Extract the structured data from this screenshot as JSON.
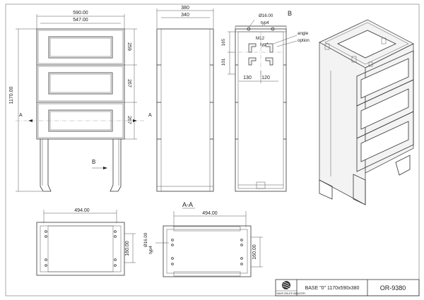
{
  "front_view": {
    "width_total": "590.00",
    "width_inner": "547.00",
    "height_total": "1170.00",
    "height_1": "259",
    "height_2": "267",
    "height_3": "267",
    "section_marker": "A",
    "view_marker": "B"
  },
  "side_view": {
    "width_total": "380",
    "width_inner": "340"
  },
  "detail_view": {
    "marker": "B",
    "hole_dia": "Ø16.00",
    "typ_1": "typ4",
    "bolt": "M12",
    "typ_2": "typ4",
    "label_angle": "angle",
    "label_option": "option",
    "dim_165": "165",
    "dim_101": "101",
    "dim_130": "130",
    "dim_120": "120"
  },
  "bottom_left": {
    "width": "494.00",
    "height": "160.00"
  },
  "section_view": {
    "title": "A-A",
    "width": "494.00",
    "hole_dia": "Ø16.00",
    "typ": "typ4",
    "height": "160.00"
  },
  "title_block": {
    "company": "YAKIR ORLITE INDUSTRY",
    "description": "BASE \"0\" 1170x590x380",
    "part_number": "OR-9380"
  }
}
